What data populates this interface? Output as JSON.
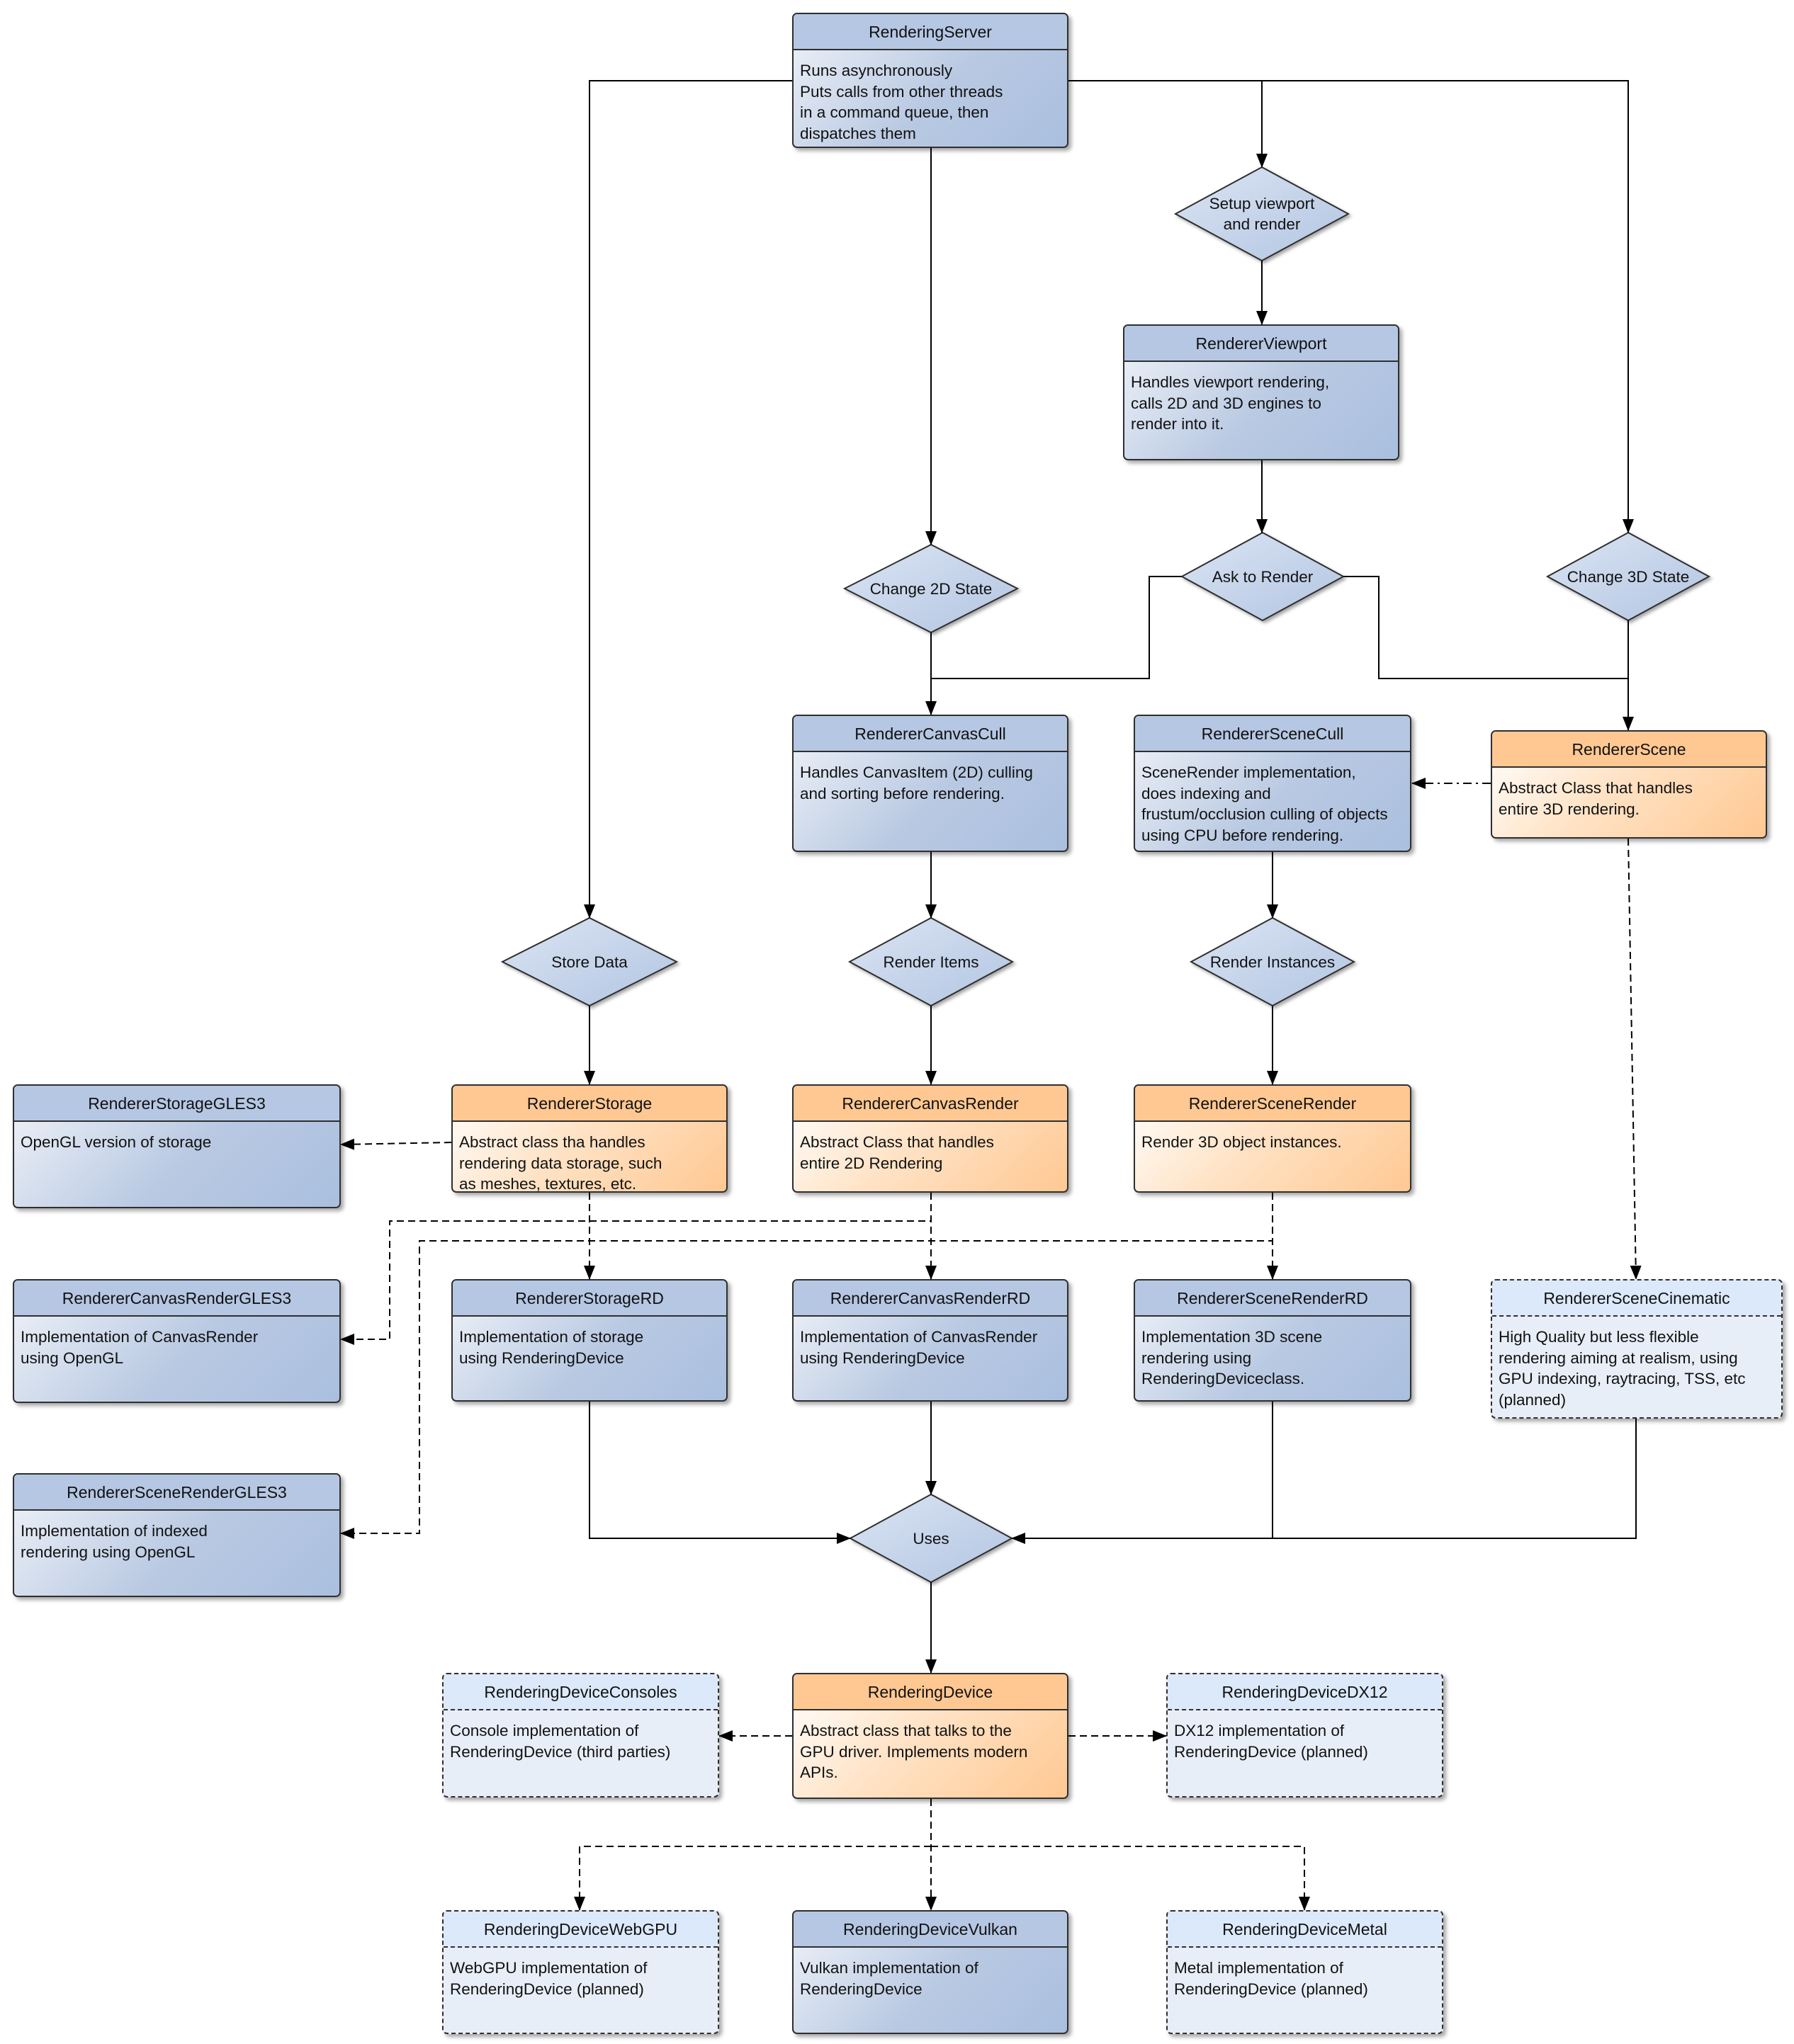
{
  "boxes": [
    {
      "id": "rendering-server",
      "title": "RenderingServer",
      "lines": [
        "Runs asynchronously",
        "Puts calls from other threads",
        "in a command queue, then",
        "dispatches them"
      ],
      "style": "blue"
    },
    {
      "id": "renderer-viewport",
      "title": "RendererViewport",
      "lines": [
        "Handles viewport rendering,",
        "calls 2D and 3D engines to",
        "render into it."
      ],
      "style": "blue"
    },
    {
      "id": "renderer-canvas-cull",
      "title": "RendererCanvasCull",
      "lines": [
        "Handles CanvasItem (2D) culling",
        "and sorting before rendering."
      ],
      "style": "blue"
    },
    {
      "id": "renderer-scene-cull",
      "title": "RendererSceneCull",
      "lines": [
        "SceneRender implementation,",
        "does indexing and",
        "frustum/occlusion culling of objects",
        "using CPU before rendering."
      ],
      "style": "blue"
    },
    {
      "id": "renderer-scene",
      "title": "RendererScene",
      "lines": [
        "Abstract Class that handles",
        "entire 3D rendering."
      ],
      "style": "orange"
    },
    {
      "id": "renderer-storage-gles3",
      "title": "RendererStorageGLES3",
      "lines": [
        "OpenGL version of storage"
      ],
      "style": "blue"
    },
    {
      "id": "renderer-storage",
      "title": "RendererStorage",
      "lines": [
        "Abstract class tha handles",
        "rendering data storage, such",
        "as meshes, textures, etc."
      ],
      "style": "orange"
    },
    {
      "id": "renderer-canvas-render",
      "title": "RendererCanvasRender",
      "lines": [
        "Abstract Class that handles",
        "entire 2D Rendering"
      ],
      "style": "orange"
    },
    {
      "id": "renderer-scene-render",
      "title": "RendererSceneRender",
      "lines": [
        "Render 3D object instances."
      ],
      "style": "orange"
    },
    {
      "id": "renderer-canvas-render-gles3",
      "title": "RendererCanvasRenderGLES3",
      "lines": [
        "Implementation of CanvasRender",
        "using OpenGL"
      ],
      "style": "blue"
    },
    {
      "id": "renderer-storage-rd",
      "title": "RendererStorageRD",
      "lines": [
        "Implementation of storage",
        "using RenderingDevice"
      ],
      "style": "blue"
    },
    {
      "id": "renderer-canvas-render-rd",
      "title": "RendererCanvasRenderRD",
      "lines": [
        "Implementation of CanvasRender",
        "using RenderingDevice"
      ],
      "style": "blue"
    },
    {
      "id": "renderer-scene-render-rd",
      "title": "RendererSceneRenderRD",
      "lines": [
        "Implementation 3D scene",
        "rendering using",
        "RenderingDeviceclass."
      ],
      "style": "blue"
    },
    {
      "id": "renderer-scene-cinematic",
      "title": "RendererSceneCinematic",
      "lines": [
        "High Quality but less flexible",
        "rendering aiming at realism, using",
        "GPU indexing, raytracing, TSS, etc",
        "(planned)"
      ],
      "style": "light"
    },
    {
      "id": "renderer-scene-render-gles3",
      "title": "RendererSceneRenderGLES3",
      "lines": [
        "Implementation of indexed",
        "rendering using OpenGL"
      ],
      "style": "blue"
    },
    {
      "id": "rendering-device-consoles",
      "title": "RenderingDeviceConsoles",
      "lines": [
        "Console implementation of",
        "RenderingDevice (third parties)"
      ],
      "style": "light"
    },
    {
      "id": "rendering-device",
      "title": "RenderingDevice",
      "lines": [
        "Abstract class that talks to the",
        "GPU driver. Implements modern",
        "APIs."
      ],
      "style": "orange"
    },
    {
      "id": "rendering-device-dx12",
      "title": "RenderingDeviceDX12",
      "lines": [
        "DX12 implementation of",
        "RenderingDevice (planned)"
      ],
      "style": "light"
    },
    {
      "id": "rendering-device-webgpu",
      "title": "RenderingDeviceWebGPU",
      "lines": [
        "WebGPU implementation of",
        "RenderingDevice (planned)"
      ],
      "style": "light"
    },
    {
      "id": "rendering-device-vulkan",
      "title": "RenderingDeviceVulkan",
      "lines": [
        "Vulkan implementation of",
        "RenderingDevice"
      ],
      "style": "blue"
    },
    {
      "id": "rendering-device-metal",
      "title": "RenderingDeviceMetal",
      "lines": [
        "Metal implementation of",
        "RenderingDevice (planned)"
      ],
      "style": "light"
    }
  ],
  "decisions": [
    {
      "id": "setup-viewport",
      "lines": [
        "Setup viewport",
        "and render"
      ]
    },
    {
      "id": "change-2d-state",
      "lines": [
        "Change 2D State"
      ]
    },
    {
      "id": "ask-to-render",
      "lines": [
        "Ask to Render"
      ]
    },
    {
      "id": "change-3d-state",
      "lines": [
        "Change 3D State"
      ]
    },
    {
      "id": "store-data",
      "lines": [
        "Store Data"
      ]
    },
    {
      "id": "render-items",
      "lines": [
        "Render Items"
      ]
    },
    {
      "id": "render-instances",
      "lines": [
        "Render Instances"
      ]
    },
    {
      "id": "uses",
      "lines": [
        "Uses"
      ]
    }
  ],
  "colors": {
    "blue_header": "#b5c7e3",
    "orange_header": "#ffc892",
    "light_header": "#dce9fb",
    "diamond_fill": "#c3d2ea",
    "line": "#000000"
  }
}
